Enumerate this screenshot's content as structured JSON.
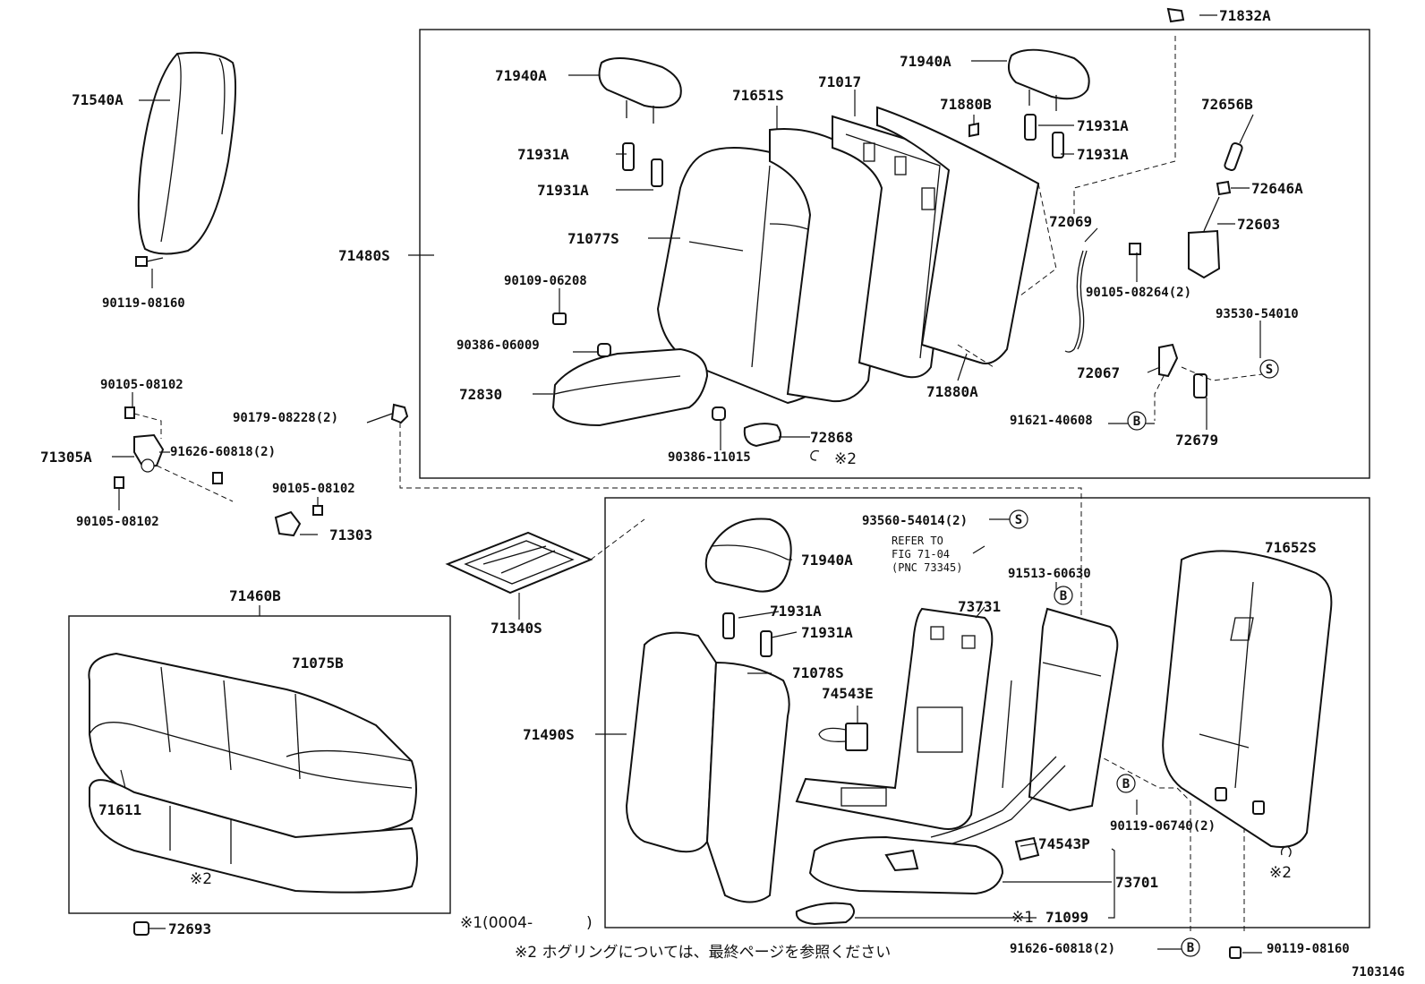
{
  "labels": {
    "p71832A": "71832A",
    "p71540A": "71540A",
    "p90119_08160_top": "90119-08160",
    "p71940A_1": "71940A",
    "p71940A_2": "71940A",
    "p71651S": "71651S",
    "p71017": "71017",
    "p71880B": "71880B",
    "p72656B": "72656B",
    "p71931A_1": "71931A",
    "p71931A_2": "71931A",
    "p71931A_3": "71931A",
    "p71931A_4": "71931A",
    "p72646A": "72646A",
    "p71480S": "71480S",
    "p71077S": "71077S",
    "p72069": "72069",
    "p72603": "72603",
    "p90105_08264": "90105-08264(2)",
    "p90109_06208": "90109-06208",
    "p93530_54010": "93530-54010",
    "p90386_06009": "90386-06009",
    "p72067": "72067",
    "p72830": "72830",
    "p71880A": "71880A",
    "p90105_08102_a": "90105-08102",
    "p90179_08228": "90179-08228(2)",
    "p91621_40608": "91621-40608",
    "p72868": "72868",
    "p72679": "72679",
    "p71305A": "71305A",
    "p91626_60818_a": "91626-60818(2)",
    "p90386_11015": "90386-11015",
    "p90105_08102_b": "90105-08102",
    "p90105_08102_c": "90105-08102",
    "p71303": "71303",
    "p93560_54014": "93560-54014(2)",
    "p71652S": "71652S",
    "refer_line1": "REFER TO",
    "refer_line2": "FIG 71-04",
    "refer_line3": "(PNC 73345)",
    "p91513_60630": "91513-60630",
    "p71460B": "71460B",
    "p71940A_3": "71940A",
    "p73731": "73731",
    "p71931A_5": "71931A",
    "p71931A_6": "71931A",
    "p71340S": "71340S",
    "p71075B": "71075B",
    "p71078S": "71078S",
    "p74543E": "74543E",
    "p71490S": "71490S",
    "p71611": "71611",
    "p90119_06740": "90119-06740(2)",
    "p74543P": "74543P",
    "p73701": "73701",
    "p71099": "71099",
    "mark2_a": "※2",
    "mark2_b": "※2",
    "mark2_c": "※2",
    "mark1_a": "※1(0004-",
    "mark1_paren": ")",
    "mark1_b": "※1",
    "p72693": "72693",
    "p91626_60818_b": "91626-60818(2)",
    "p90119_08160_bot": "90119-08160",
    "footnote": "※2  ホグリングについては、最終ページを参照ください",
    "figure_code": "710314G"
  },
  "callout_letters": {
    "b": "B",
    "s": "S"
  }
}
